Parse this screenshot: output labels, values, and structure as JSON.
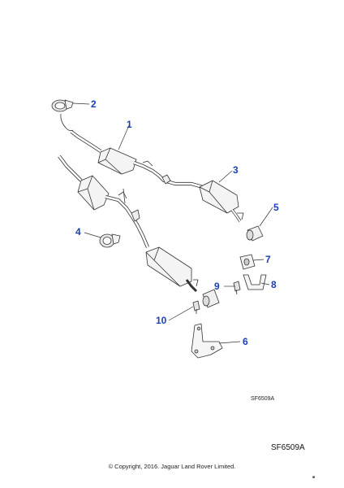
{
  "diagram": {
    "ref_code_small": "SF6509A",
    "ref_code": "SF6509A",
    "copyright": "© Copyright, 2016. Jaguar Land Rover Limited.",
    "corner_mark": "■",
    "accent_color": "#1a3fb5",
    "callouts": {
      "c1": "1",
      "c2": "2",
      "c3": "3",
      "c4": "4",
      "c5": "5",
      "c6": "6",
      "c7": "7",
      "c8": "8",
      "c9": "9",
      "c10": "10"
    }
  }
}
